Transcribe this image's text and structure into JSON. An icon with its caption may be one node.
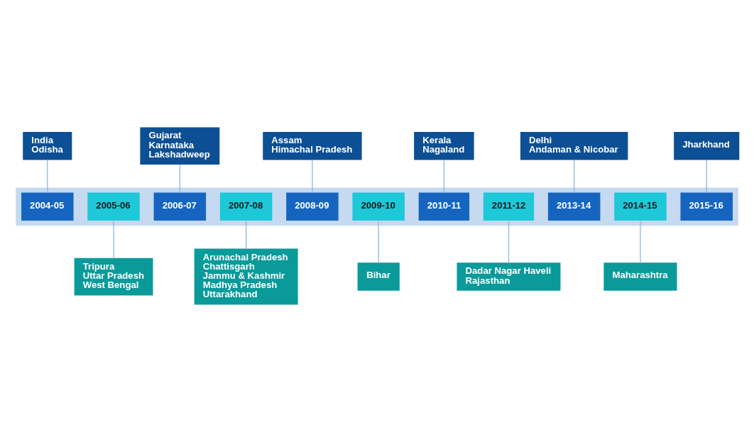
{
  "diagram": {
    "nodes": [
      {
        "text": [],
        "shape": "bar"
      },
      {
        "text": [
          "2004-05"
        ],
        "in": 0
      },
      {
        "text": [
          "2005-06"
        ],
        "in": 0
      },
      {
        "text": [
          "2006-07"
        ],
        "in": 0
      },
      {
        "text": [
          "2007-08"
        ],
        "in": 0
      },
      {
        "text": [
          "2008-09"
        ],
        "in": 0
      },
      {
        "text": [
          "2009-10"
        ],
        "in": 0
      },
      {
        "text": [
          "2010-11"
        ],
        "in": 0
      },
      {
        "text": [
          "2011-12"
        ],
        "in": 0
      },
      {
        "text": [
          "2013-14"
        ],
        "in": 0
      },
      {
        "text": [
          "2014-15"
        ],
        "in": 0
      },
      {
        "text": [
          "2015-16"
        ],
        "in": 0
      },
      {
        "text": [
          "India",
          "Odisha"
        ]
      },
      {
        "text": [
          "Gujarat",
          "Karnataka",
          "Lakshadweep"
        ]
      },
      {
        "text": [
          "Assam",
          "Himachal Pradesh"
        ]
      },
      {
        "text": [
          "Kerala",
          "Nagaland"
        ]
      },
      {
        "text": [
          "Delhi",
          "Andaman & Nicobar"
        ]
      },
      {
        "text": [
          "Jharkhand"
        ]
      },
      {
        "text": [
          "Tripura",
          "Uttar Pradesh",
          "West Bengal"
        ]
      },
      {
        "text": [
          "Arunachal Pradesh",
          "Chattisgarh",
          "Jammu & Kashmir",
          "Madhya Pradesh",
          "Uttarakhand"
        ]
      },
      {
        "text": [
          "Bihar"
        ]
      },
      {
        "text": [
          "Dadar Nagar Haveli",
          "Rajasthan"
        ]
      },
      {
        "text": [
          "Maharashtra"
        ]
      }
    ],
    "edges": [
      {
        "from": 12,
        "to": 1,
        "arrow": "none"
      },
      {
        "from": 13,
        "to": 3,
        "arrow": "none"
      },
      {
        "from": 14,
        "to": 5,
        "arrow": "none"
      },
      {
        "from": 15,
        "to": 7,
        "arrow": "none"
      },
      {
        "from": 16,
        "to": 9,
        "arrow": "none"
      },
      {
        "from": 17,
        "to": 11,
        "arrow": "none"
      },
      {
        "from": 2,
        "to": 18,
        "arrow": "none"
      },
      {
        "from": 4,
        "to": 19,
        "arrow": "none"
      },
      {
        "from": 6,
        "to": 20,
        "arrow": "none"
      },
      {
        "from": 8,
        "to": 21,
        "arrow": "none"
      },
      {
        "from": 10,
        "to": 22,
        "arrow": "none"
      }
    ]
  }
}
